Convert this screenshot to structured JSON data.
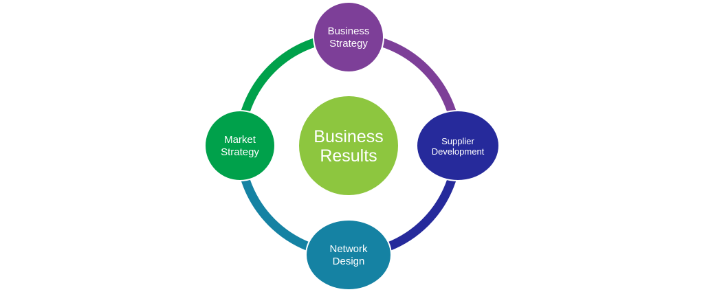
{
  "center": {
    "line1": "Business",
    "line2": "Results",
    "color": "#8DC63F"
  },
  "nodes": [
    {
      "id": "business-strategy",
      "line1": "Business",
      "line2": "Strategy",
      "color": "#7D3F98"
    },
    {
      "id": "supplier-development",
      "line1": "Supplier",
      "line2": "Development",
      "color": "#262A9B"
    },
    {
      "id": "network-design",
      "line1": "Network",
      "line2": "Design",
      "color": "#1582A3"
    },
    {
      "id": "market-strategy",
      "line1": "Market",
      "line2": "Strategy",
      "color": "#00A14B"
    }
  ]
}
